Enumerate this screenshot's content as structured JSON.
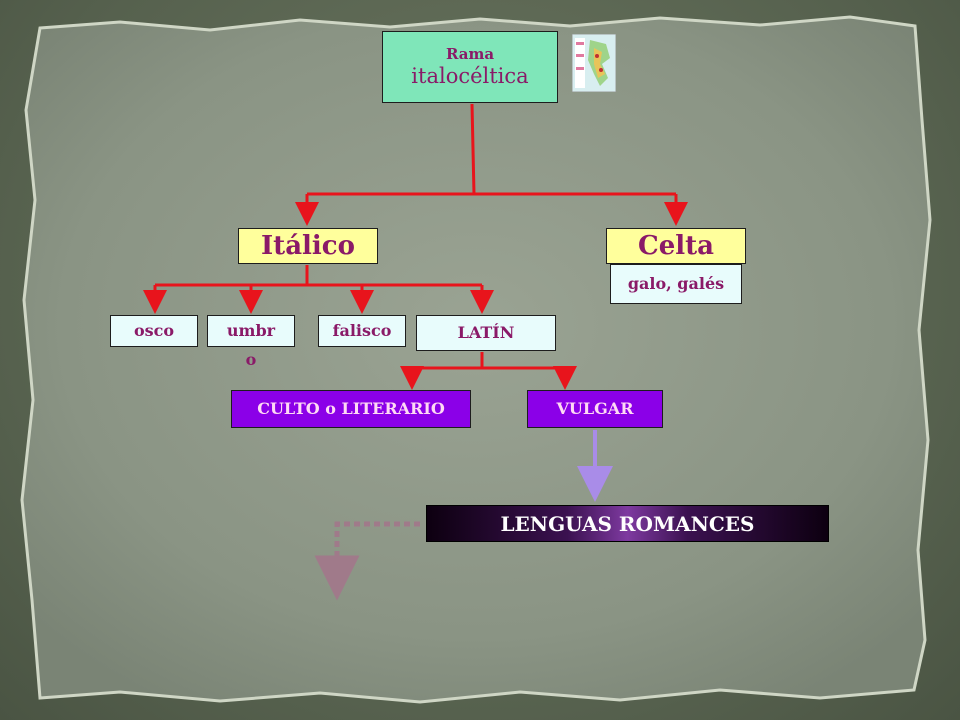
{
  "nodes": {
    "root": {
      "prefix": "Rama",
      "title": "italocéltica"
    },
    "italico": "Itálico",
    "celta": "Celta",
    "celta_sub": "galo, galés",
    "osco": "osco",
    "umbro_line1": "umbr",
    "umbro_line2": "o",
    "falisco": "falisco",
    "latin": "LATÍN",
    "culto": "CULTO o LITERARIO",
    "vulgar": "VULGAR",
    "romances": "LENGUAS ROMANCES"
  },
  "colors": {
    "connector": "#e8141c",
    "arrow_vulgar": "#a98ce8",
    "arrow_dashed": "#a07a8a",
    "box_purple": "#8b00e8",
    "box_yellow": "#ffff9c",
    "box_mint": "#7fe6b9",
    "box_pale": "#e8fcfc",
    "paper": "#8a9484"
  },
  "icons": {
    "thumbnail": "map-thumbnail-icon"
  }
}
